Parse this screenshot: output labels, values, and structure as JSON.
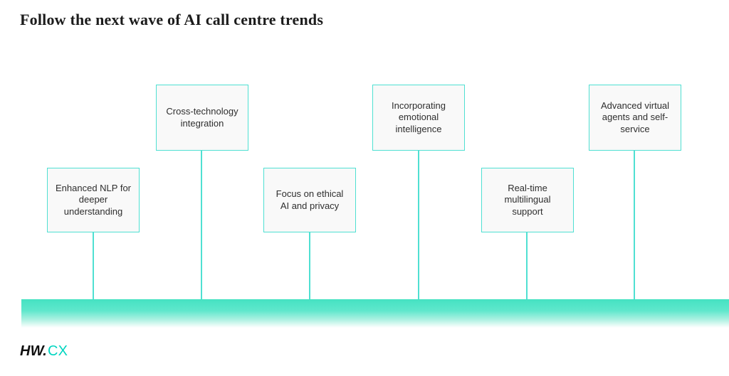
{
  "page": {
    "title": "Follow the next wave of AI call centre trends"
  },
  "diagram": {
    "items": [
      {
        "label": "Enhanced NLP for deeper understanding",
        "row": "lower"
      },
      {
        "label": "Cross-technology integration",
        "row": "upper"
      },
      {
        "label": "Focus on ethical AI and privacy",
        "row": "lower"
      },
      {
        "label": "Incorporating emotional intelligence",
        "row": "upper"
      },
      {
        "label": "Real-time multilingual support",
        "row": "lower"
      },
      {
        "label": "Advanced virtual agents and self-service",
        "row": "upper"
      }
    ],
    "colors": {
      "accent": "#4fe0d2",
      "box_bg": "#f9f9f9",
      "baseline_top": "#45e2c2",
      "logo_accent": "#00d5c0"
    }
  },
  "logo": {
    "prefix": "HW.",
    "suffix": "CX"
  }
}
